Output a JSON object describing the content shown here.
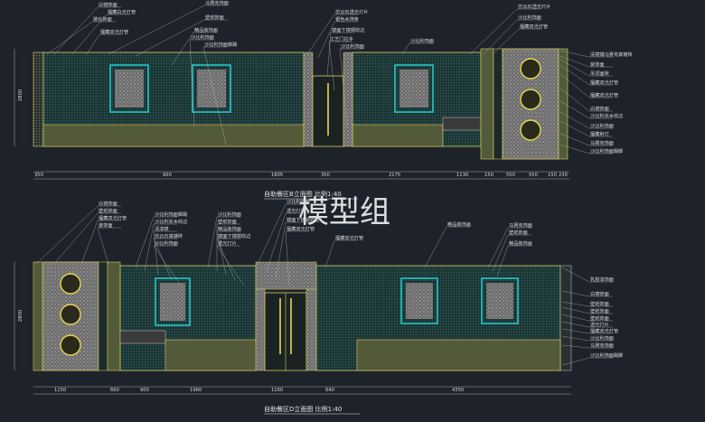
{
  "watermark": "模型组",
  "elevation_b": {
    "title": "自助餐区B立面图 比例1:40",
    "labels_top": [
      "白镜饰面",
      "檀藏白光灯管",
      "玻化砖面",
      "檀藏双光灯管",
      "马赛克饰面",
      "壁纸饰面",
      "精品装饰画",
      "沙比利饰面",
      "沙比利饰面脚踢",
      "仿云石透光灯片",
      "银色木饰条",
      "镜面下镜铜收边",
      "工艺门拉手",
      "沙比利饰面",
      "沙比利饰面",
      "仿云石透光灯片",
      "沙比利饰面",
      "檀藏双光灯管"
    ],
    "labels_right": [
      "清镜镶马赛克真镀砖",
      "装饰面",
      "吊顶面砖",
      "檀藏双光灯管",
      "檀藏双光灯管",
      "白镜饰面",
      "沙比利实木收边",
      "沙比利饰面",
      "檀藏射灯",
      "马赛克饰面",
      "沙比利饰面踢脚"
    ],
    "dims": [
      "2800",
      "350",
      "900",
      "1805",
      "350",
      "2175",
      "1130",
      "150",
      "550",
      "550",
      "150",
      "230"
    ]
  },
  "elevation_d": {
    "title": "自助餐区D立面图 比例1:40",
    "labels_top": [
      "白镜饰面",
      "壁纸饰面",
      "檀藏双光灯管",
      "装饰面",
      "沙比利饰面脚踢",
      "沙比利实木收边",
      "清漆镜",
      "仿云石真镀砖",
      "沙比利饰面",
      "沙比利饰面",
      "壁纸饰面",
      "精品装饰画",
      "镜面下镜铜收边",
      "透光灯片",
      "沙比利饰面",
      "透光灯片",
      "镜面下镜铜收边",
      "檀藏双光灯管",
      "檀藏双光灯管",
      "精品装饰画",
      "马赛克饰面",
      "壁纸饰面",
      "精品装饰画"
    ],
    "labels_right": [
      "乳胶漆饰面",
      "白镜饰面",
      "壁纸饰面",
      "壁纸饰面",
      "壁纸饰面",
      "透光灯片",
      "檀藏双光灯管",
      "沙比利饰面",
      "马赛克饰面",
      "沙比利饰面踢脚"
    ],
    "dims": [
      "2800",
      "1150",
      "660",
      "900",
      "1960",
      "1160",
      "640",
      "4350"
    ]
  }
}
